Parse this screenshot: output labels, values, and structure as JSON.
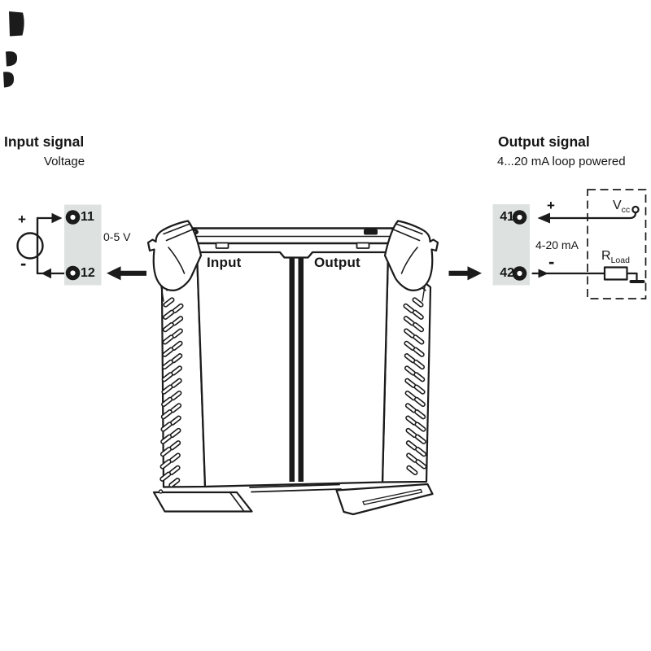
{
  "diagram": {
    "input": {
      "title": "Input signal",
      "subtitle": "Voltage",
      "range_label": "0-5 V",
      "source_plus": "+",
      "source_minus": "-",
      "terminals": [
        {
          "number": "11"
        },
        {
          "number": "12"
        }
      ]
    },
    "module": {
      "input_label": "Input",
      "output_label": "Output"
    },
    "output": {
      "title": "Output signal",
      "subtitle": "4...20 mA loop powered",
      "range_label": "4-20 mA",
      "polarity_plus": "+",
      "polarity_minus": "-",
      "supply_label": "V",
      "supply_sub": "cc",
      "load_label": "R",
      "load_sub": "Load",
      "terminals": [
        {
          "number": "41"
        },
        {
          "number": "42"
        }
      ]
    },
    "colors": {
      "line": "#1b1b1b",
      "terminal_box": "#dde2e1",
      "background": "#ffffff"
    },
    "icons": {
      "flow_left": "flow-arrow-left-icon",
      "flow_right": "flow-arrow-right-icon",
      "voltage_source": "voltage-source-icon",
      "ground": "ground-icon",
      "resistor": "resistor-icon",
      "terminal": "terminal-circle-icon"
    }
  }
}
